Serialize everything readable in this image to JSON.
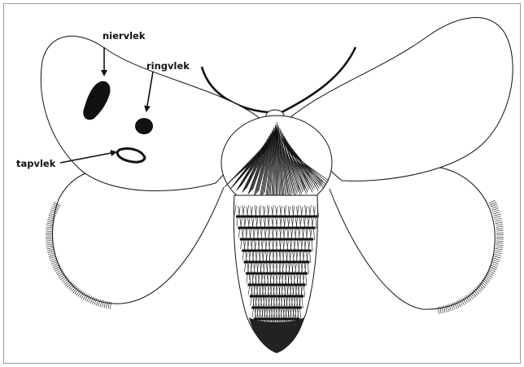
{
  "labels": {
    "niervlek": "niervlek",
    "ringvlek": "ringvlek",
    "tapvlek": "tapvlek"
  },
  "colors": {
    "ink": "#111111",
    "frame": "#9a9a9a",
    "background": "#ffffff"
  }
}
